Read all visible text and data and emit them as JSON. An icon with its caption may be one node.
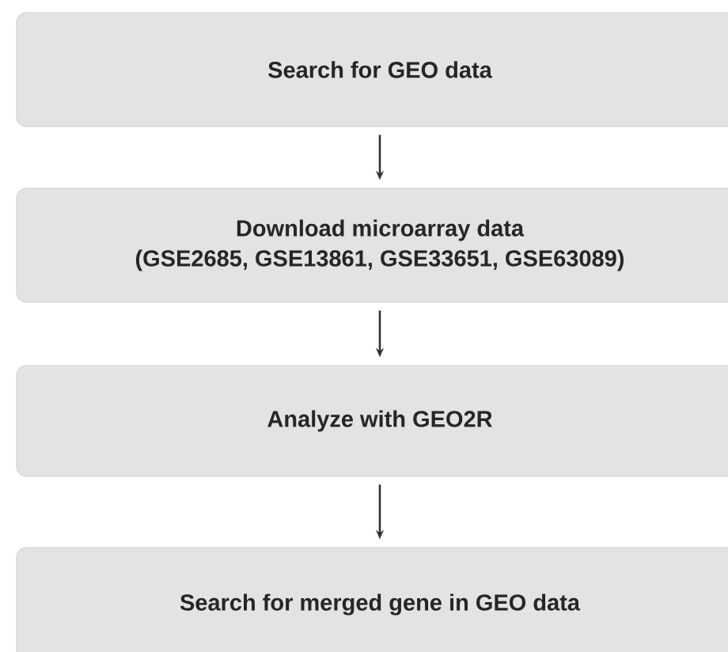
{
  "diagram": {
    "nodes": [
      {
        "text": [
          "Search for GEO data"
        ]
      },
      {
        "text": [
          "Download microarray data",
          "(GSE2685, GSE13861, GSE33651, GSE63089)"
        ]
      },
      {
        "text": [
          "Analyze with GEO2R"
        ]
      },
      {
        "text": [
          "Search for merged gene in GEO data"
        ]
      }
    ],
    "edges": [
      {
        "from": 0,
        "to": 1,
        "arrow": "to"
      },
      {
        "from": 1,
        "to": 2,
        "arrow": "to"
      },
      {
        "from": 2,
        "to": 3,
        "arrow": "to"
      }
    ]
  }
}
